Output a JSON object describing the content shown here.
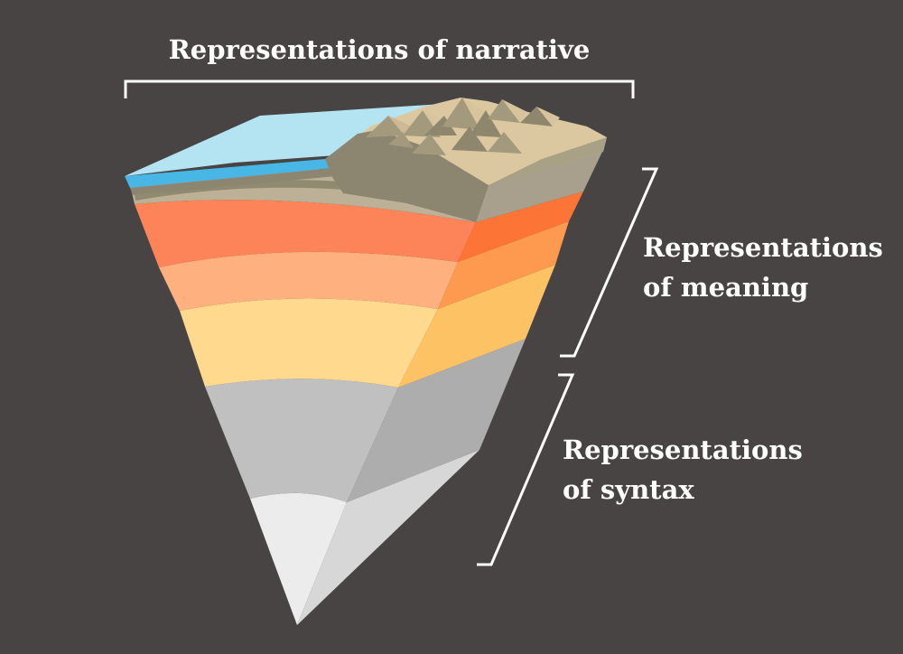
{
  "labels": {
    "narrative": "Representations of narrative",
    "meaning": [
      "Representations",
      "of meaning"
    ],
    "syntax": [
      "Representations",
      "of syntax"
    ]
  },
  "colors": {
    "background": "#484443",
    "text": "#ffffff",
    "ocean": "#b4e3f2",
    "ocean_deep": "#49b7e6",
    "land": "#dbc8a0",
    "mountain": "#8c8670",
    "crust": "#bcb196",
    "layer_red": "#fd8459",
    "layer_peach": "#feb07f",
    "layer_yellow": "#fed98e",
    "layer_gray": "#c1c0c0",
    "core": "#ececec"
  }
}
